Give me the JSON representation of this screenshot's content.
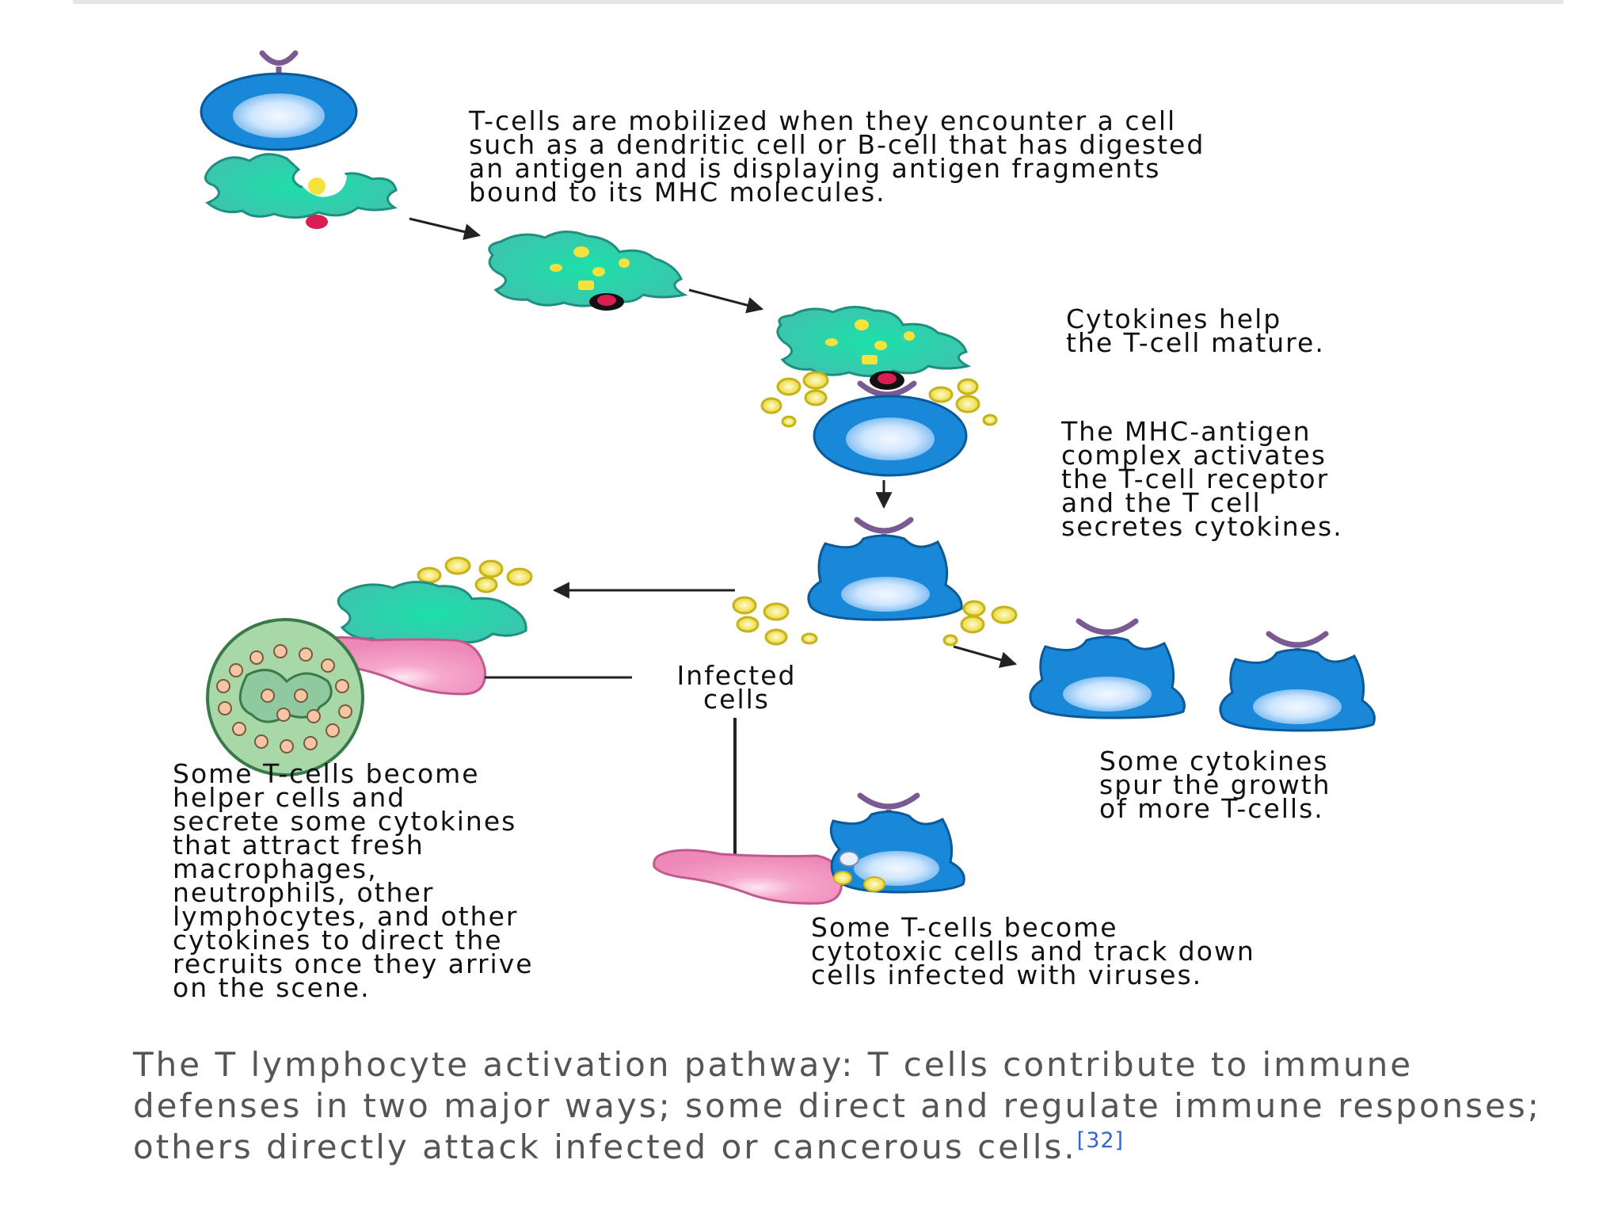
{
  "diagram": {
    "labels": {
      "mobilized": "T-cells are mobilized when they encounter a cell\nsuch as a dendritic cell or B-cell that has digested\nan antigen and is displaying antigen fragments\nbound to its MHC molecules.",
      "cytokines_mature": "Cytokines help\nthe T-cell mature.",
      "mhc_activates": "The MHC-antigen\ncomplex activates\nthe T-cell receptor\nand the T cell\nsecretes cytokines.",
      "infected_cells": "Infected\ncells",
      "growth": "Some cytokines\nspur the growth\nof more T-cells.",
      "helper": "Some T-cells become\nhelper cells and\nsecrete some cytokines\nthat attract fresh\nmacrophages,\nneutrophils, other\nlymphocytes, and other\ncytokines to direct the\nrecruits once they arrive\non the scene.",
      "cytotoxic": "Some T-cells become\ncytotoxic cells and track down\ncells infected with viruses."
    },
    "colors": {
      "t_cell": "#1a88d8",
      "t_cell_nucleus": "#cfe6ff",
      "antigen_presenting_cell": "#2ac4a4",
      "infected_cell": "#f090be",
      "receptor": "#7a5a92",
      "cytokine": "#f2e24a",
      "mhc_marker": "#d81e52",
      "macrophage": "#9ccf9f"
    }
  },
  "caption": {
    "text": "The T lymphocyte activation pathway: T cells contribute to immune defenses in two major ways; some direct and regulate immune responses; others directly attack infected or cancerous cells.",
    "citation": "[32]"
  }
}
